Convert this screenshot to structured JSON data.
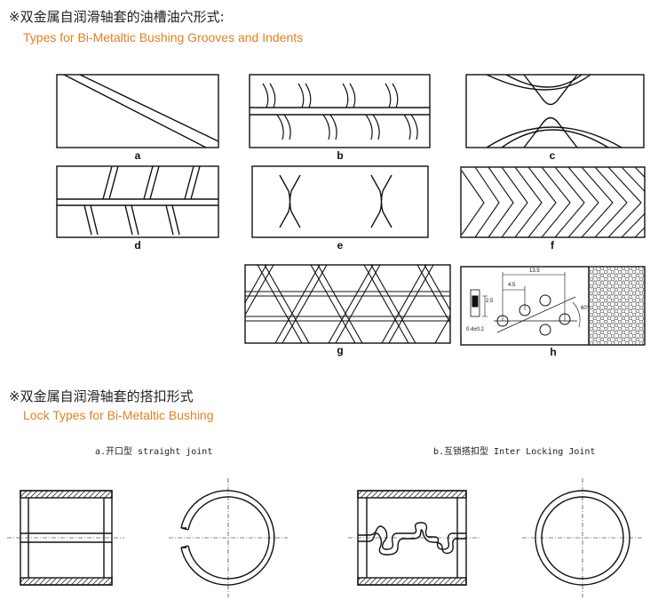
{
  "colors": {
    "accent": "#e4801e",
    "ink": "#222222"
  },
  "section1": {
    "title_zh": "※双金属自润滑轴套的油槽油穴形式:",
    "title_en": "Types for Bi-Metaltic Bushing Grooves and Indents"
  },
  "panels": {
    "a": "a",
    "b": "b",
    "c": "c",
    "d": "d",
    "e": "e",
    "f": "f",
    "g": "g",
    "h": "h"
  },
  "dims": {
    "d1": "13.5",
    "d2": "4.5",
    "d3": "2.5",
    "d4": "0.4±0.2",
    "d5": "60°"
  },
  "section2": {
    "title_zh": "※双金属自润滑轴套的搭扣形式",
    "title_en": "Lock Types for Bi-Metaltic Bushing"
  },
  "lock": {
    "a_caption": "a.开口型 straight joint",
    "b_caption": "b.互锁搭扣型 Inter Locking Joint"
  }
}
